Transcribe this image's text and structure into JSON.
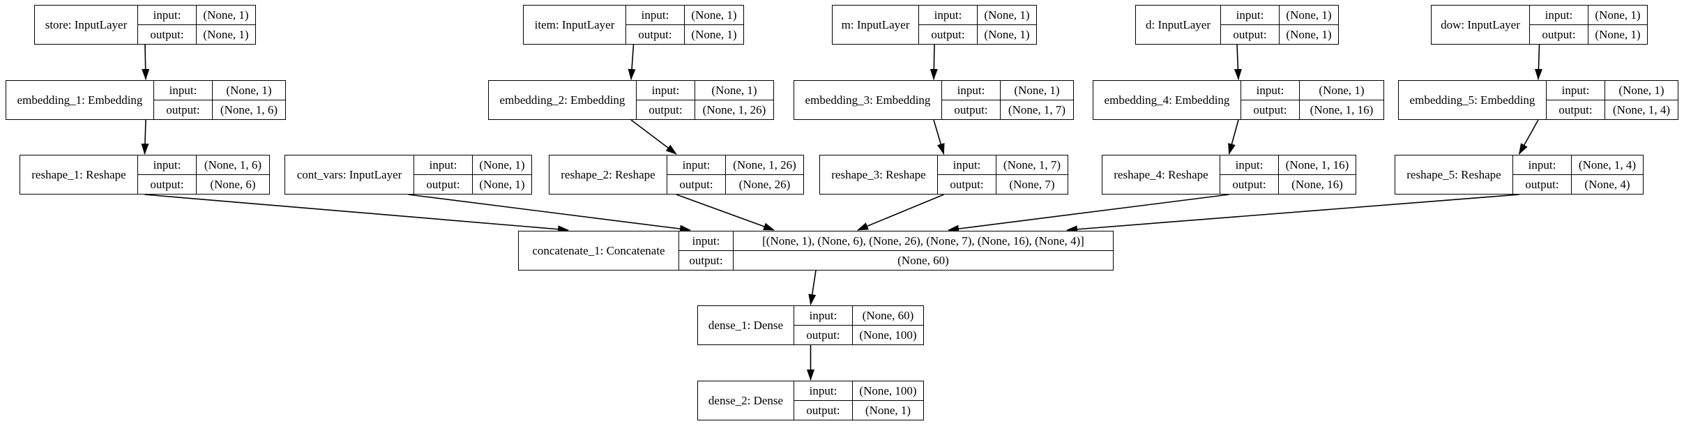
{
  "diagram": {
    "kind": "keras-model-graph",
    "io_labels": {
      "input": "input:",
      "output": "output:"
    },
    "colors": {
      "border": "#000000",
      "background": "#ffffff",
      "text": "#000000",
      "edge": "#000000"
    },
    "nodes": [
      {
        "id": "store",
        "label": "store: InputLayer",
        "input": "(None, 1)",
        "output": "(None, 1)"
      },
      {
        "id": "item",
        "label": "item: InputLayer",
        "input": "(None, 1)",
        "output": "(None, 1)"
      },
      {
        "id": "m",
        "label": "m: InputLayer",
        "input": "(None, 1)",
        "output": "(None, 1)"
      },
      {
        "id": "d",
        "label": "d: InputLayer",
        "input": "(None, 1)",
        "output": "(None, 1)"
      },
      {
        "id": "dow",
        "label": "dow: InputLayer",
        "input": "(None, 1)",
        "output": "(None, 1)"
      },
      {
        "id": "embedding_1",
        "label": "embedding_1: Embedding",
        "input": "(None, 1)",
        "output": "(None, 1, 6)"
      },
      {
        "id": "embedding_2",
        "label": "embedding_2: Embedding",
        "input": "(None, 1)",
        "output": "(None, 1, 26)"
      },
      {
        "id": "embedding_3",
        "label": "embedding_3: Embedding",
        "input": "(None, 1)",
        "output": "(None, 1, 7)"
      },
      {
        "id": "embedding_4",
        "label": "embedding_4: Embedding",
        "input": "(None, 1)",
        "output": "(None, 1, 16)"
      },
      {
        "id": "embedding_5",
        "label": "embedding_5: Embedding",
        "input": "(None, 1)",
        "output": "(None, 1, 4)"
      },
      {
        "id": "reshape_1",
        "label": "reshape_1: Reshape",
        "input": "(None, 1, 6)",
        "output": "(None, 6)"
      },
      {
        "id": "reshape_2",
        "label": "reshape_2: Reshape",
        "input": "(None, 1, 26)",
        "output": "(None, 26)"
      },
      {
        "id": "reshape_3",
        "label": "reshape_3: Reshape",
        "input": "(None, 1, 7)",
        "output": "(None, 7)"
      },
      {
        "id": "reshape_4",
        "label": "reshape_4: Reshape",
        "input": "(None, 1, 16)",
        "output": "(None, 16)"
      },
      {
        "id": "reshape_5",
        "label": "reshape_5: Reshape",
        "input": "(None, 1, 4)",
        "output": "(None, 4)"
      },
      {
        "id": "cont_vars",
        "label": "cont_vars: InputLayer",
        "input": "(None, 1)",
        "output": "(None, 1)"
      },
      {
        "id": "concatenate_1",
        "label": "concatenate_1: Concatenate",
        "input": "[(None, 1), (None, 6), (None, 26), (None, 7), (None, 16), (None, 4)]",
        "output": "(None, 60)"
      },
      {
        "id": "dense_1",
        "label": "dense_1: Dense",
        "input": "(None, 60)",
        "output": "(None, 100)"
      },
      {
        "id": "dense_2",
        "label": "dense_2: Dense",
        "input": "(None, 100)",
        "output": "(None, 1)"
      }
    ],
    "edges": [
      {
        "from": "store",
        "to": "embedding_1"
      },
      {
        "from": "item",
        "to": "embedding_2"
      },
      {
        "from": "m",
        "to": "embedding_3"
      },
      {
        "from": "d",
        "to": "embedding_4"
      },
      {
        "from": "dow",
        "to": "embedding_5"
      },
      {
        "from": "embedding_1",
        "to": "reshape_1"
      },
      {
        "from": "embedding_2",
        "to": "reshape_2"
      },
      {
        "from": "embedding_3",
        "to": "reshape_3"
      },
      {
        "from": "embedding_4",
        "to": "reshape_4"
      },
      {
        "from": "embedding_5",
        "to": "reshape_5"
      },
      {
        "from": "reshape_1",
        "to": "concatenate_1"
      },
      {
        "from": "cont_vars",
        "to": "concatenate_1"
      },
      {
        "from": "reshape_2",
        "to": "concatenate_1"
      },
      {
        "from": "reshape_3",
        "to": "concatenate_1"
      },
      {
        "from": "reshape_4",
        "to": "concatenate_1"
      },
      {
        "from": "reshape_5",
        "to": "concatenate_1"
      },
      {
        "from": "concatenate_1",
        "to": "dense_1"
      },
      {
        "from": "dense_1",
        "to": "dense_2"
      }
    ]
  }
}
